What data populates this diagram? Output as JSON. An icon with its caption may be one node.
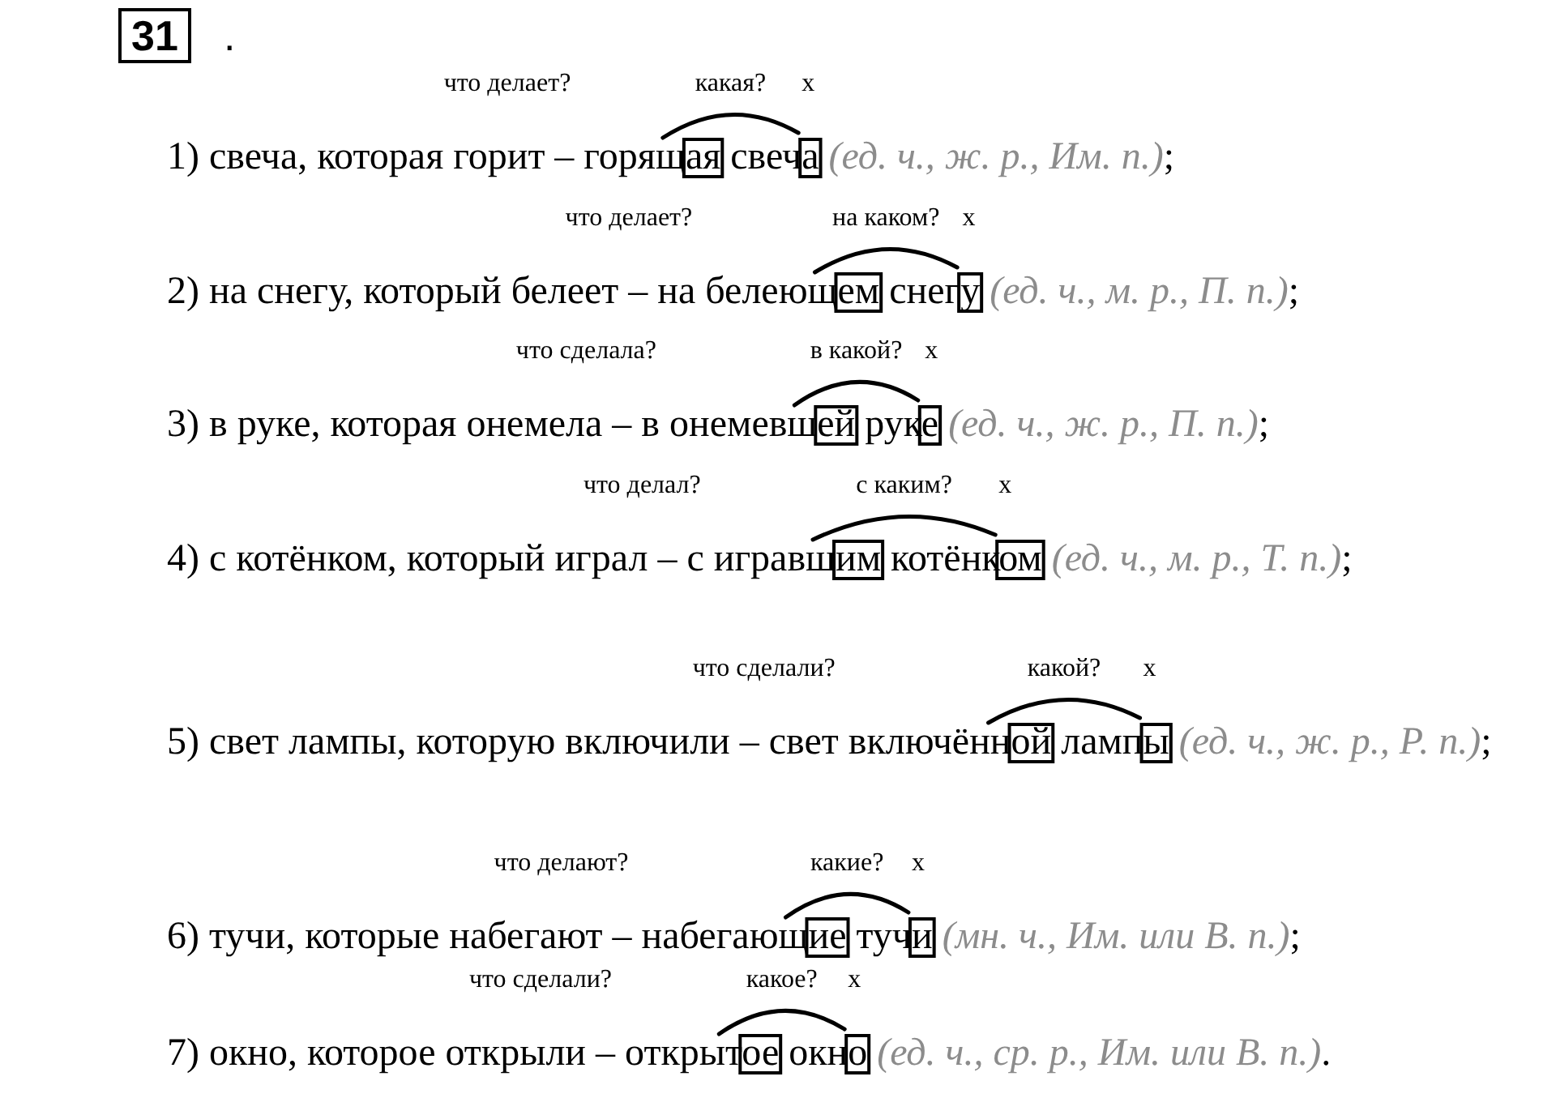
{
  "diagram": {
    "nodes": [
      {
        "text": [
          "31"
        ],
        "beside": [
          "."
        ]
      }
    ],
    "labels": [
      "что делает?",
      "какая?",
      "x",
      "1) свеча, которая горит – горящая свеча *(ед. ч., ж. р., Им. п.)*;",
      "что делает?",
      "на каком?",
      "x",
      "2) на снегу, который белеет – на белеющем снегу *(ед. ч., м. р., П. п.)*;",
      "что сделала?",
      "в какой?",
      "x",
      "3) в руке, которая онемела – в онемевшей руке *(ед. ч., ж. р., П. п.)*;",
      "что делал?",
      "с каким?",
      "x",
      "4) с котёнком, который играл – с игравшим котёнком *(ед. ч., м. р., Т. п.)*;",
      "что сделали?",
      "какой?",
      "x",
      "5) свет лампы, которую включили – свет включённой лампы *(ед. ч., ж. р., Р. п.)*;",
      "что делают?",
      "какие?",
      "x",
      "6) тучи, которые набегают – набегающие тучи *(мн. ч., Им. или В. п.)*;",
      "что сделали?",
      "какое?",
      "x",
      "7) окно, которое открыли – открытое окно *(ед. ч., ср. р., Им. или В. п.)*."
    ]
  }
}
